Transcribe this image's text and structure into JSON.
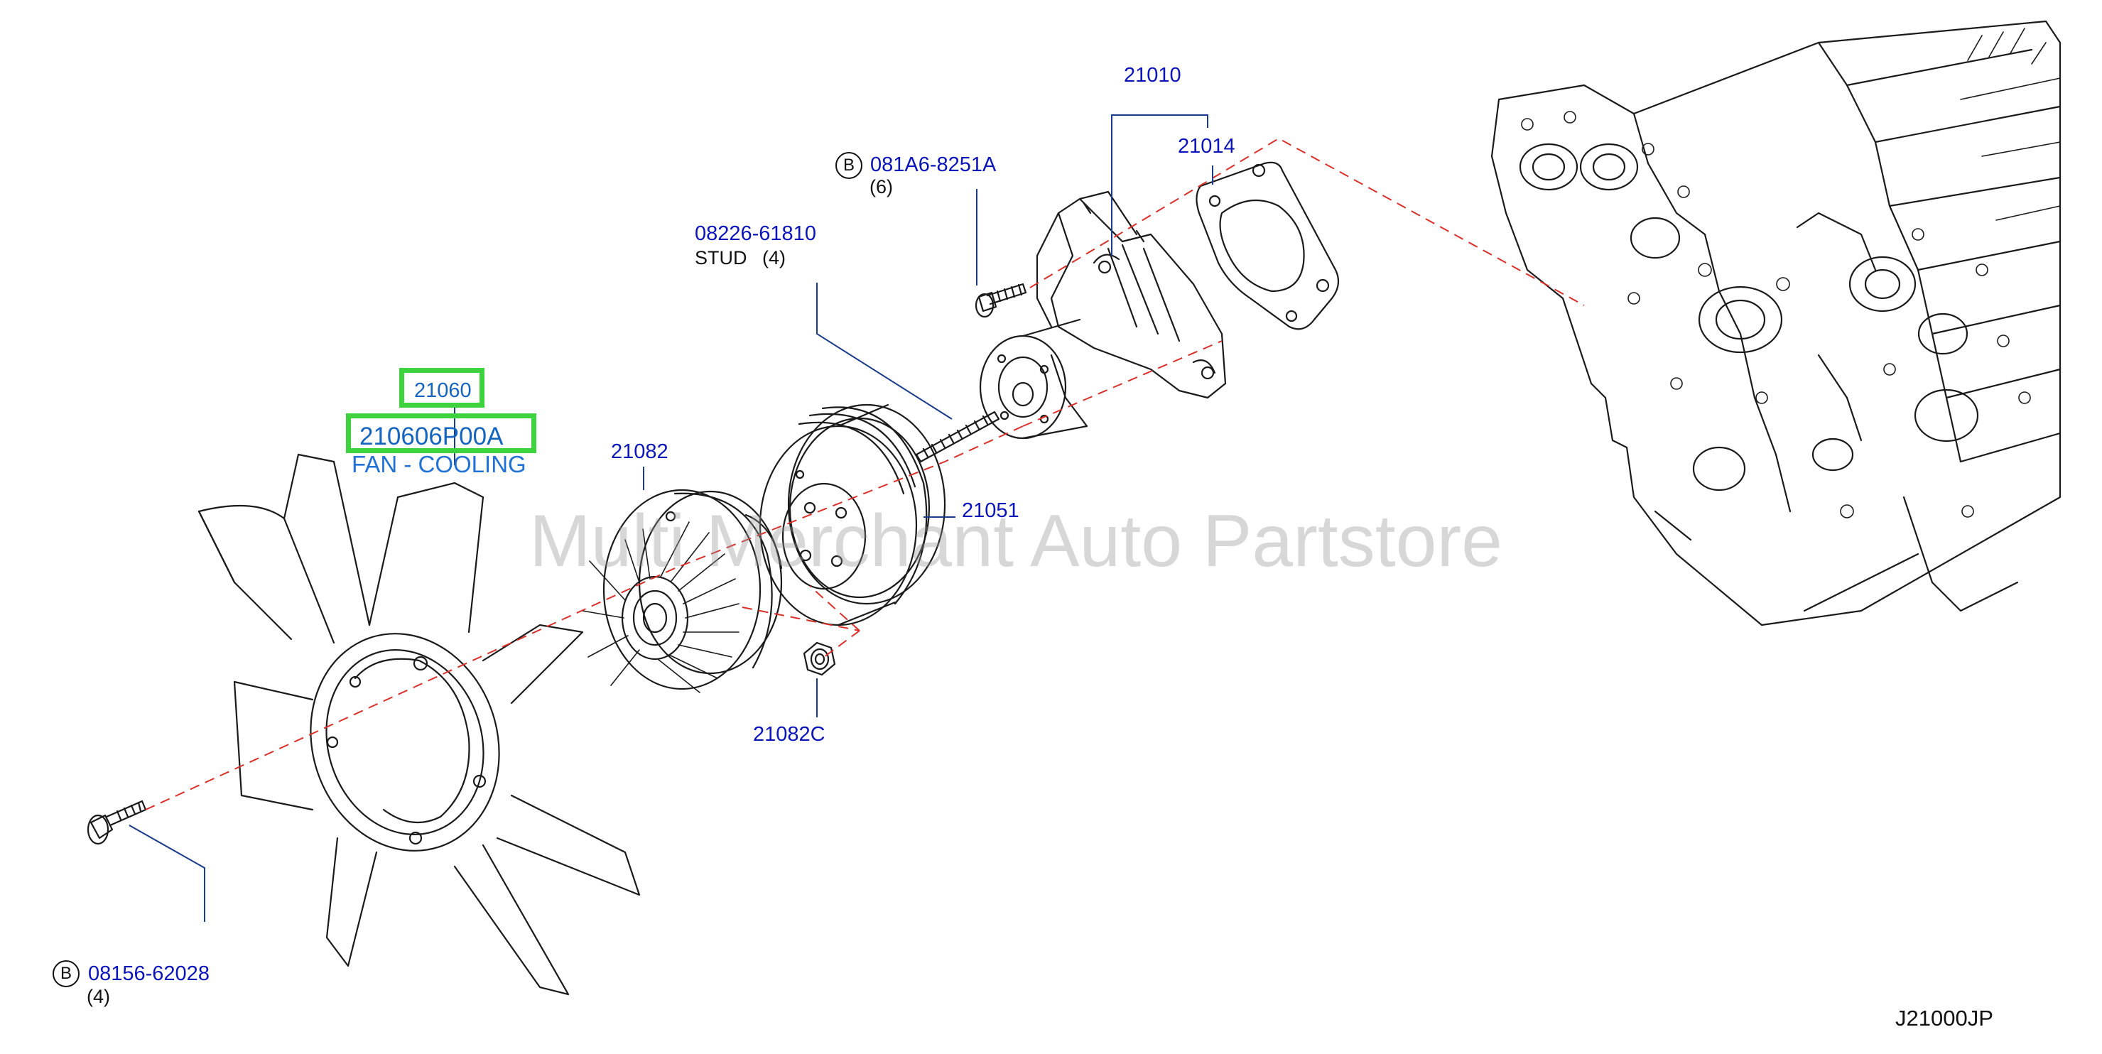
{
  "diagram": {
    "watermark": "Multi Merchant Auto Partstore",
    "diagram_code": "J21000JP",
    "highlighted": {
      "group_code": "21060",
      "part_number": "210606P00A",
      "description": "FAN - COOLING"
    },
    "callouts": {
      "water_pump": "21010",
      "gasket": "21014",
      "bolt_top": {
        "marker": "B",
        "part": "081A6-8251A",
        "qty": "(6)"
      },
      "stud": {
        "part": "08226-61810",
        "name": "STUD",
        "qty": "(4)"
      },
      "coupling": "21082",
      "pulley": "21051",
      "nut": "21082C",
      "bolt_bottom": {
        "marker": "B",
        "part": "08156-62028",
        "qty": "(4)"
      }
    },
    "colors": {
      "part_number": "#0b14b8",
      "highlight_box": "#3fd23f",
      "highlight_text": "#1565c0",
      "leader_dashed": "#d9302a",
      "drawing": "#1a1a1a"
    }
  }
}
